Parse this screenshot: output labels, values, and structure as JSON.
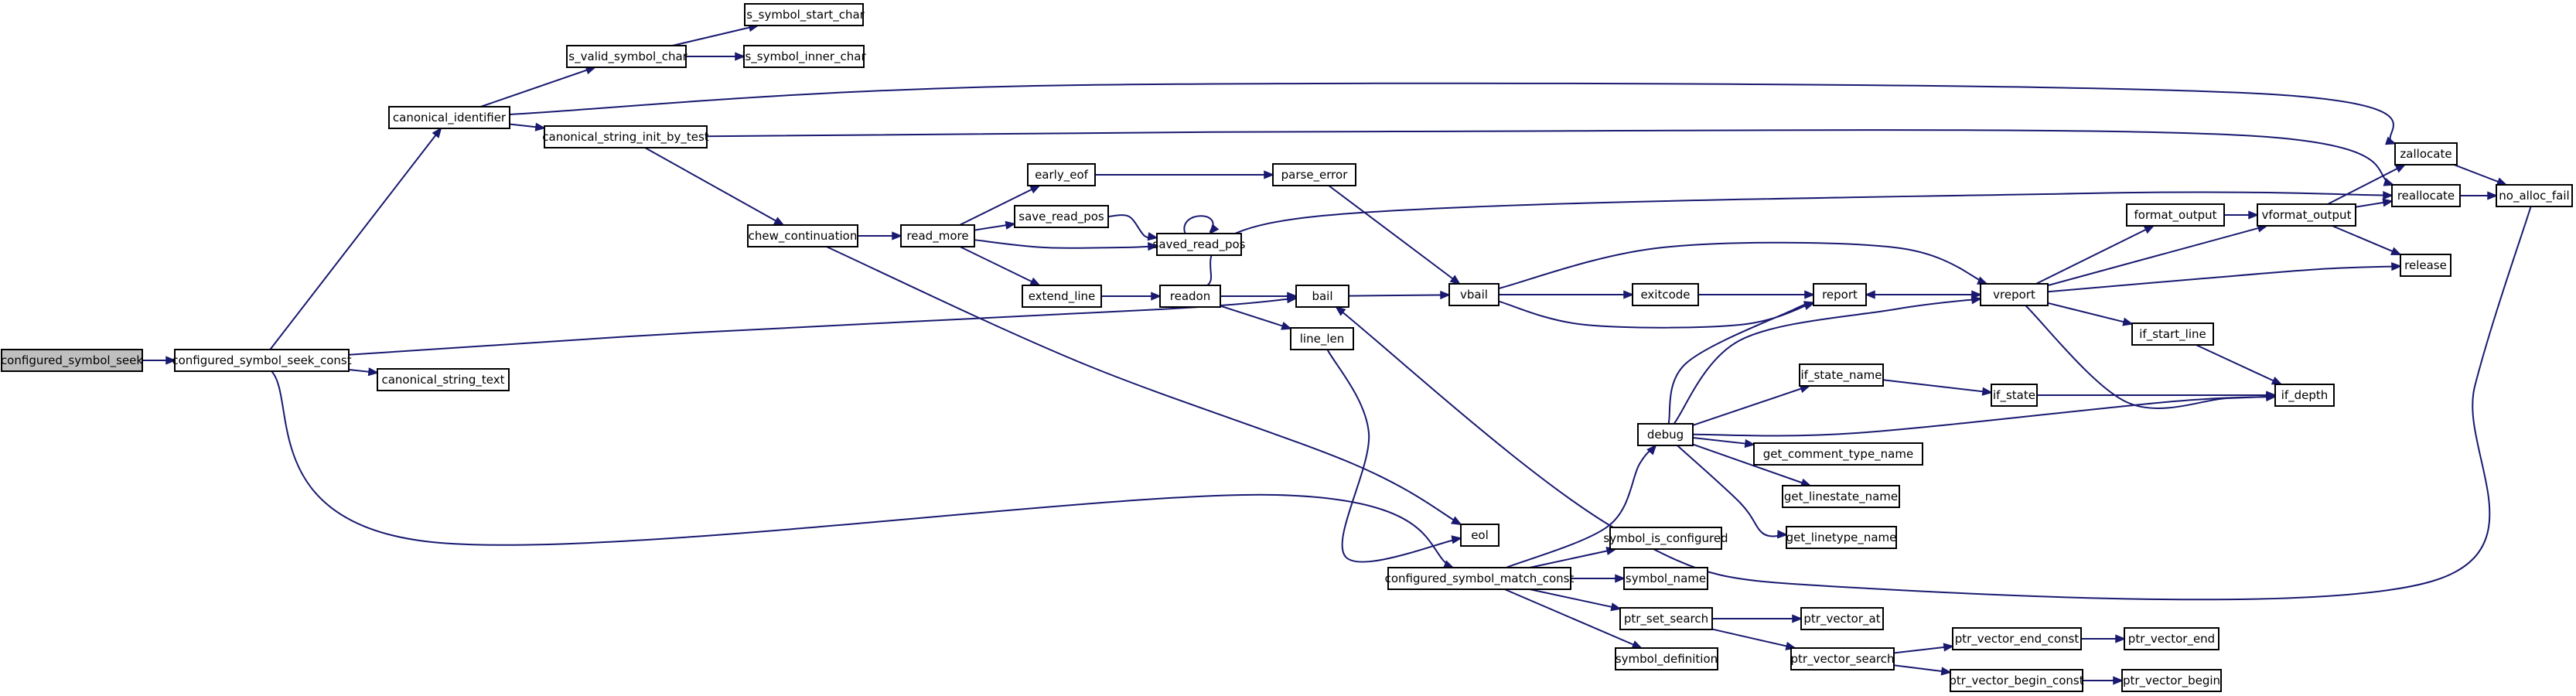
{
  "graph": {
    "nodes": [
      {
        "id": "configured_symbol_seek",
        "label": "configured_symbol_seek",
        "root": true
      },
      {
        "id": "configured_symbol_seek_const",
        "label": "configured_symbol_seek_const"
      },
      {
        "id": "canonical_identifier",
        "label": "canonical_identifier"
      },
      {
        "id": "canonical_string_text",
        "label": "canonical_string_text"
      },
      {
        "id": "configured_symbol_match_const",
        "label": "configured_symbol_match_const"
      },
      {
        "id": "is_valid_symbol_char",
        "label": "is_valid_symbol_char"
      },
      {
        "id": "is_symbol_start_char",
        "label": "is_symbol_start_char"
      },
      {
        "id": "is_symbol_inner_char",
        "label": "is_symbol_inner_char"
      },
      {
        "id": "canonical_string_init_by_test",
        "label": "canonical_string_init_by_test"
      },
      {
        "id": "chew_continuation",
        "label": "chew_continuation"
      },
      {
        "id": "read_more",
        "label": "read_more"
      },
      {
        "id": "early_eof",
        "label": "early_eof"
      },
      {
        "id": "save_read_pos",
        "label": "save_read_pos"
      },
      {
        "id": "saved_read_pos",
        "label": "saved_read_pos"
      },
      {
        "id": "parse_error",
        "label": "parse_error"
      },
      {
        "id": "extend_line",
        "label": "extend_line"
      },
      {
        "id": "readon",
        "label": "readon"
      },
      {
        "id": "line_len",
        "label": "line_len"
      },
      {
        "id": "bail",
        "label": "bail"
      },
      {
        "id": "vbail",
        "label": "vbail"
      },
      {
        "id": "exitcode",
        "label": "exitcode"
      },
      {
        "id": "report",
        "label": "report"
      },
      {
        "id": "vreport",
        "label": "vreport"
      },
      {
        "id": "format_output",
        "label": "format_output"
      },
      {
        "id": "vformat_output",
        "label": "vformat_output"
      },
      {
        "id": "zallocate",
        "label": "zallocate"
      },
      {
        "id": "reallocate",
        "label": "reallocate"
      },
      {
        "id": "no_alloc_fail",
        "label": "no_alloc_fail"
      },
      {
        "id": "release",
        "label": "release"
      },
      {
        "id": "if_start_line",
        "label": "if_start_line"
      },
      {
        "id": "if_depth",
        "label": "if_depth"
      },
      {
        "id": "if_state_name",
        "label": "if_state_name"
      },
      {
        "id": "if_state",
        "label": "if_state"
      },
      {
        "id": "debug",
        "label": "debug"
      },
      {
        "id": "get_comment_type_name",
        "label": "get_comment_type_name"
      },
      {
        "id": "get_linestate_name",
        "label": "get_linestate_name"
      },
      {
        "id": "get_linetype_name",
        "label": "get_linetype_name"
      },
      {
        "id": "eol",
        "label": "eol"
      },
      {
        "id": "symbol_is_configured",
        "label": "symbol_is_configured"
      },
      {
        "id": "symbol_name",
        "label": "symbol_name"
      },
      {
        "id": "ptr_set_search",
        "label": "ptr_set_search"
      },
      {
        "id": "symbol_definition",
        "label": "symbol_definition"
      },
      {
        "id": "ptr_vector_at",
        "label": "ptr_vector_at"
      },
      {
        "id": "ptr_vector_search",
        "label": "ptr_vector_search"
      },
      {
        "id": "ptr_vector_end_const",
        "label": "ptr_vector_end_const"
      },
      {
        "id": "ptr_vector_end",
        "label": "ptr_vector_end"
      },
      {
        "id": "ptr_vector_begin_const",
        "label": "ptr_vector_begin_const"
      },
      {
        "id": "ptr_vector_begin",
        "label": "ptr_vector_begin"
      }
    ],
    "edges": [
      [
        "configured_symbol_seek",
        "configured_symbol_seek_const"
      ],
      [
        "configured_symbol_seek_const",
        "canonical_identifier"
      ],
      [
        "configured_symbol_seek_const",
        "bail"
      ],
      [
        "configured_symbol_seek_const",
        "canonical_string_text"
      ],
      [
        "configured_symbol_seek_const",
        "configured_symbol_match_const"
      ],
      [
        "canonical_identifier",
        "is_valid_symbol_char"
      ],
      [
        "canonical_identifier",
        "canonical_string_init_by_test"
      ],
      [
        "canonical_identifier",
        "zallocate"
      ],
      [
        "is_valid_symbol_char",
        "is_symbol_start_char"
      ],
      [
        "is_valid_symbol_char",
        "is_symbol_inner_char"
      ],
      [
        "canonical_string_init_by_test",
        "chew_continuation"
      ],
      [
        "canonical_string_init_by_test",
        "reallocate"
      ],
      [
        "chew_continuation",
        "read_more"
      ],
      [
        "chew_continuation",
        "eol"
      ],
      [
        "read_more",
        "early_eof"
      ],
      [
        "read_more",
        "save_read_pos"
      ],
      [
        "read_more",
        "saved_read_pos"
      ],
      [
        "read_more",
        "extend_line"
      ],
      [
        "early_eof",
        "parse_error"
      ],
      [
        "save_read_pos",
        "saved_read_pos"
      ],
      [
        "saved_read_pos",
        "saved_read_pos"
      ],
      [
        "parse_error",
        "vbail"
      ],
      [
        "extend_line",
        "readon"
      ],
      [
        "readon",
        "bail"
      ],
      [
        "readon",
        "line_len"
      ],
      [
        "readon",
        "reallocate"
      ],
      [
        "line_len",
        "eol"
      ],
      [
        "bail",
        "vbail"
      ],
      [
        "vbail",
        "exitcode"
      ],
      [
        "vbail",
        "report"
      ],
      [
        "vbail",
        "vreport"
      ],
      [
        "exitcode",
        "report"
      ],
      [
        "report",
        "vreport"
      ],
      [
        "vreport",
        "report"
      ],
      [
        "vreport",
        "format_output"
      ],
      [
        "vreport",
        "vformat_output"
      ],
      [
        "vreport",
        "release"
      ],
      [
        "vreport",
        "if_start_line"
      ],
      [
        "vreport",
        "if_depth"
      ],
      [
        "format_output",
        "vformat_output"
      ],
      [
        "vformat_output",
        "zallocate"
      ],
      [
        "vformat_output",
        "reallocate"
      ],
      [
        "vformat_output",
        "release"
      ],
      [
        "zallocate",
        "no_alloc_fail"
      ],
      [
        "reallocate",
        "no_alloc_fail"
      ],
      [
        "no_alloc_fail",
        "bail"
      ],
      [
        "if_start_line",
        "if_depth"
      ],
      [
        "if_state_name",
        "if_state"
      ],
      [
        "if_state",
        "if_depth"
      ],
      [
        "debug",
        "report"
      ],
      [
        "debug",
        "vreport"
      ],
      [
        "debug",
        "if_state_name"
      ],
      [
        "debug",
        "if_depth"
      ],
      [
        "debug",
        "get_comment_type_name"
      ],
      [
        "debug",
        "get_linestate_name"
      ],
      [
        "debug",
        "get_linetype_name"
      ],
      [
        "configured_symbol_match_const",
        "debug"
      ],
      [
        "configured_symbol_match_const",
        "symbol_is_configured"
      ],
      [
        "configured_symbol_match_const",
        "symbol_name"
      ],
      [
        "configured_symbol_match_const",
        "ptr_set_search"
      ],
      [
        "configured_symbol_match_const",
        "symbol_definition"
      ],
      [
        "ptr_set_search",
        "ptr_vector_at"
      ],
      [
        "ptr_set_search",
        "ptr_vector_search"
      ],
      [
        "ptr_vector_search",
        "ptr_vector_end_const"
      ],
      [
        "ptr_vector_search",
        "ptr_vector_begin_const"
      ],
      [
        "ptr_vector_end_const",
        "ptr_vector_end"
      ],
      [
        "ptr_vector_begin_const",
        "ptr_vector_begin"
      ]
    ]
  }
}
